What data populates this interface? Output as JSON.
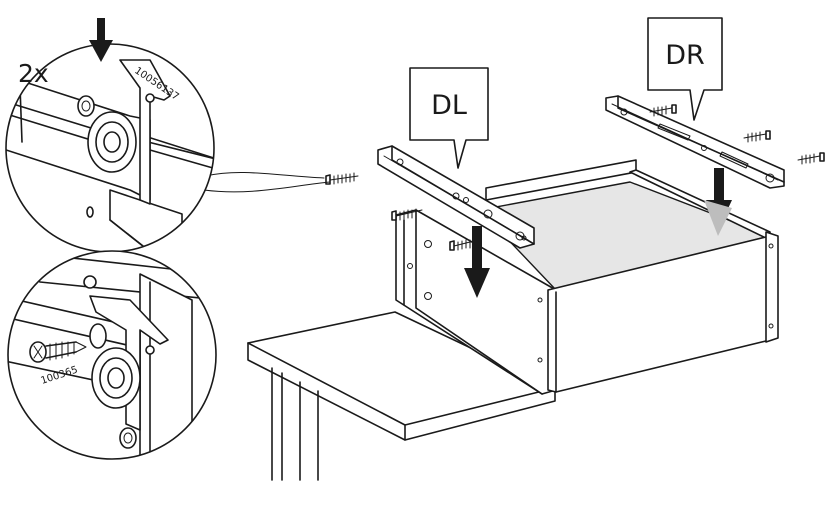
{
  "labels": {
    "drawer_left": "DL",
    "drawer_right": "DR",
    "quantity": "2x",
    "part_number_runner": "10056137",
    "part_number_screw": "100365"
  },
  "colors": {
    "line": "#1a1a1a",
    "background": "#ffffff",
    "shade": "#e6e6e6",
    "arrow_light": "#bdbdbd"
  }
}
